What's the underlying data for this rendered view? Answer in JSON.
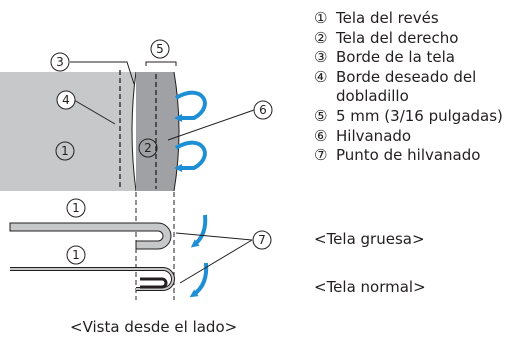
{
  "legend": [
    {
      "num": "①",
      "text": "Tela del revés"
    },
    {
      "num": "②",
      "text": "Tela del derecho"
    },
    {
      "num": "③",
      "text": "Borde de la tela"
    },
    {
      "num": "④",
      "text": "Borde deseado del",
      "cont": "dobladillo"
    },
    {
      "num": "⑤",
      "text": "5 mm (3/16 pulgadas)"
    },
    {
      "num": "⑥",
      "text": "Hilvanado"
    },
    {
      "num": "⑦",
      "text": "Punto de hilvanado"
    }
  ],
  "callouts": {
    "c1": "1",
    "c2": "2",
    "c3": "3",
    "c4": "4",
    "c5": "5",
    "c6": "6",
    "c7": "7"
  },
  "notes": {
    "thick": "<Tela gruesa>",
    "normal": "<Tela normal>",
    "side_view": "<Vista desde el lado>"
  },
  "colors": {
    "fabric": "#c7c8ca",
    "fold": "#9fa1a4",
    "arrow": "#1e8fd5",
    "line": "#231f20"
  }
}
